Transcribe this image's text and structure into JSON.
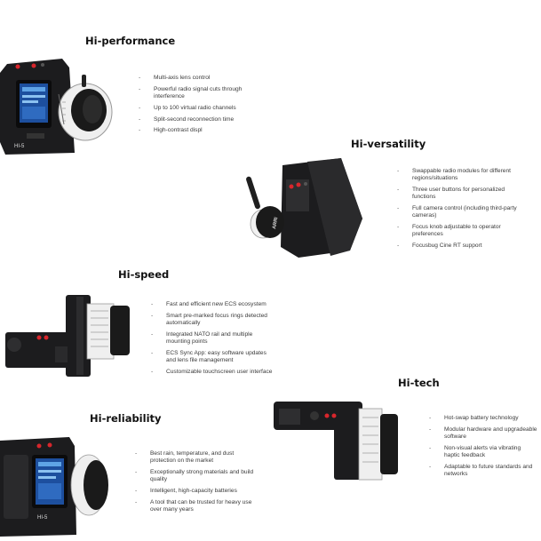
{
  "sections": [
    {
      "heading": "Hi-performance",
      "image_icon": "hi5-handunit-front-icon",
      "features": [
        "Multi-axis lens control",
        "Powerful radio signal cuts through interference",
        "Up to 100 virtual radio channels",
        "Split-second reconnection time",
        "High-contrast displ"
      ]
    },
    {
      "heading": "Hi-versatility",
      "image_icon": "hi5-handunit-side-icon",
      "features": [
        "Swappable radio modules for different regions/situations",
        "Three user buttons for personalized functions",
        "Full camera control (including third-party cameras)",
        "Focus knob adjustable to operator preferences",
        "Focusbug Cine RT support"
      ]
    },
    {
      "heading": "Hi-speed",
      "image_icon": "hi5-handunit-top-icon",
      "features": [
        "Fast and efficient new ECS ecosystem",
        "Smart pre-marked focus rings detected automatically",
        "Integrated NATO rail and multiple mounting points",
        "ECS Sync App: easy software updates and lens file management",
        "Customizable touchscreen user interface"
      ]
    },
    {
      "heading": "Hi-tech",
      "image_icon": "hi5-handunit-rear-icon",
      "features": [
        "Hot-swap battery technology",
        "Modular hardware and upgradeable software",
        "Non-visual alerts via vibrating haptic feedback",
        "Adaptable to future standards and networks"
      ]
    },
    {
      "heading": "Hi-reliability",
      "image_icon": "hi5-handunit-screen-icon",
      "features": [
        "Best rain, temperature, and dust protection on the market",
        "Exceptionally strong materials and build quality",
        "Intelligent, high-capacity batteries",
        "A tool that can be trusted for heavy use over many years"
      ]
    }
  ],
  "device_marks": {
    "brand": "ARRI",
    "model": "HI-5"
  },
  "colors": {
    "heading": "#111111",
    "text": "#3a3a3a",
    "device_body": "#1c1c1e",
    "focus_ring": "#e9e9e9",
    "screen": "#1d4f9e",
    "button_red": "#d8262c"
  }
}
